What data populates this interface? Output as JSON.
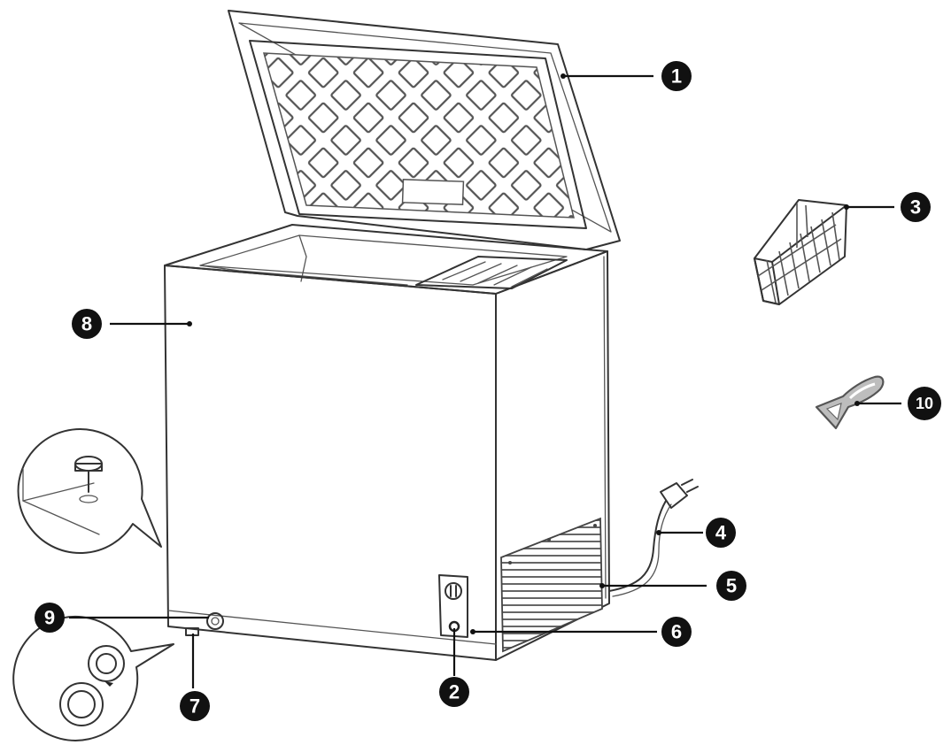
{
  "callouts": [
    {
      "id": "1",
      "label": "1"
    },
    {
      "id": "2",
      "label": "2"
    },
    {
      "id": "3",
      "label": "3"
    },
    {
      "id": "4",
      "label": "4"
    },
    {
      "id": "5",
      "label": "5"
    },
    {
      "id": "6",
      "label": "6"
    },
    {
      "id": "7",
      "label": "7"
    },
    {
      "id": "8",
      "label": "8"
    },
    {
      "id": "9",
      "label": "9"
    },
    {
      "id": "10",
      "label": "10"
    }
  ],
  "colors": {
    "line": "#333333",
    "badge": "#111111",
    "badge_text": "#ffffff",
    "accessory_fill": "#e2e2e2",
    "background": "#ffffff"
  }
}
